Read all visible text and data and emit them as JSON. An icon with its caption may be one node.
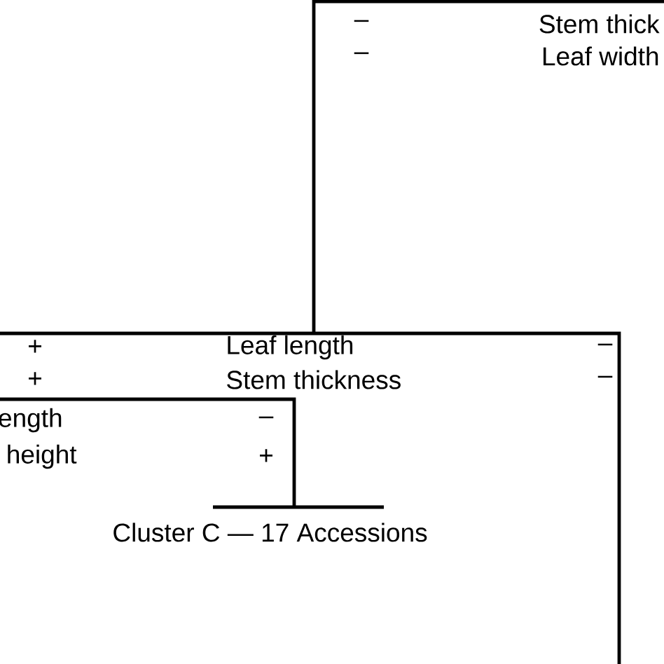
{
  "diagram": {
    "labels": [
      "–",
      "Stem thick",
      "–",
      "Leaf width",
      "+",
      "Leaf length",
      "–",
      "+",
      "Stem thickness",
      "–",
      "ength",
      "–",
      "height",
      "+",
      "Cluster C — 17 Accessions"
    ]
  }
}
